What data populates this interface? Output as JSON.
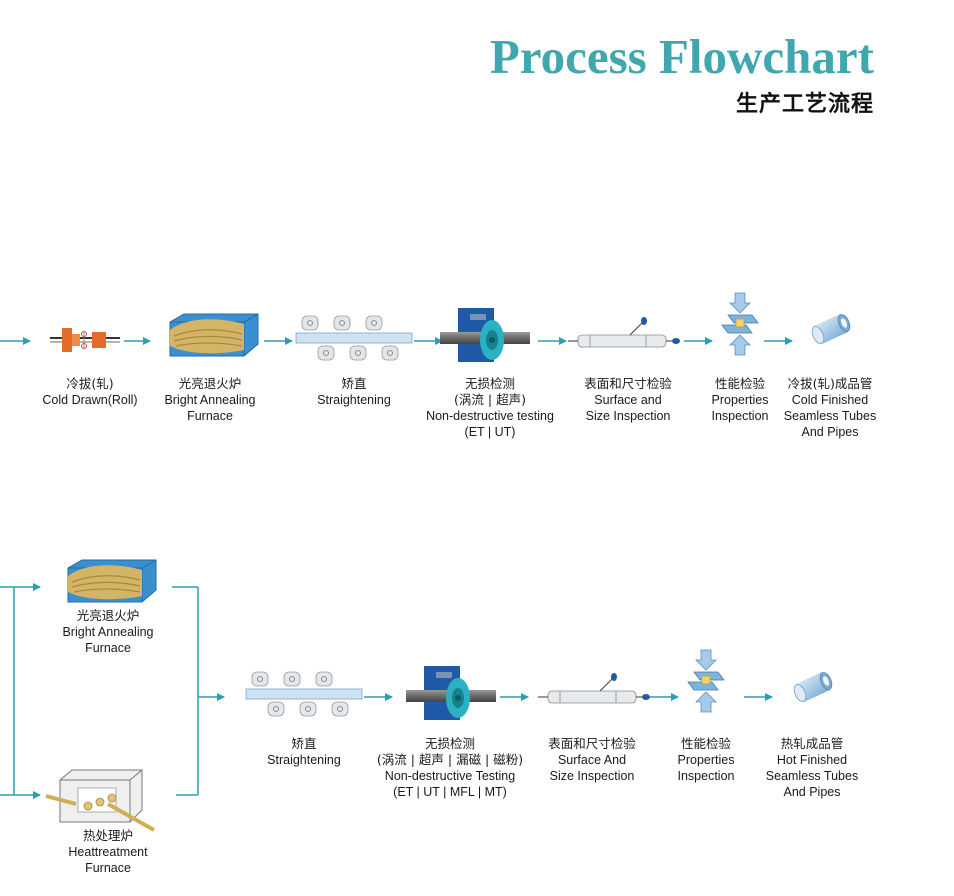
{
  "header": {
    "title": "Process Flowchart",
    "subtitle": "生产工艺流程"
  },
  "row1": [
    {
      "cn": "冷拔(轧)",
      "en": [
        "Cold Drawn(Roll)"
      ]
    },
    {
      "cn": "光亮退火炉",
      "en": [
        "Bright Annealing",
        "Furnace"
      ]
    },
    {
      "cn": "矫直",
      "en": [
        "Straightening"
      ]
    },
    {
      "cn": "无损检测",
      "en": [
        "(涡流 | 超声)",
        "Non-destructive testing",
        "(ET | UT)"
      ]
    },
    {
      "cn": "表面和尺寸检验",
      "en": [
        "Surface and",
        "Size Inspection"
      ]
    },
    {
      "cn": "性能检验",
      "en": [
        "Properties",
        "Inspection"
      ]
    },
    {
      "cn": "冷拔(轧)成品管",
      "en": [
        "Cold Finished",
        "Seamless Tubes",
        "And Pipes"
      ]
    }
  ],
  "row2": [
    {
      "cn": "光亮退火炉",
      "en": [
        "Bright Annealing",
        "Furnace"
      ]
    },
    {
      "cn": "热处理炉",
      "en": [
        "Heattreatment",
        "Furnace"
      ]
    },
    {
      "cn": "矫直",
      "en": [
        "Straightening"
      ]
    },
    {
      "cn": "无损检测",
      "en": [
        "(涡流 | 超声 | 漏磁 | 磁粉)",
        "Non-destructive Testing",
        "(ET | UT | MFL | MT)"
      ]
    },
    {
      "cn": "表面和尺寸检验",
      "en": [
        "Surface And",
        "Size Inspection"
      ]
    },
    {
      "cn": "性能检验",
      "en": [
        "Properties",
        "Inspection"
      ]
    },
    {
      "cn": "热轧成品管",
      "en": [
        "Hot  Finished",
        "Seamless Tubes",
        "And Pipes"
      ]
    }
  ],
  "colors": {
    "accent": "#3fa7ad",
    "arrow": "#2a9fb0",
    "furnace": "#3b8fcf",
    "tube": "#d7e9f6",
    "nde_box": "#1f5aa6",
    "nde_ring": "#2bb1c1"
  }
}
